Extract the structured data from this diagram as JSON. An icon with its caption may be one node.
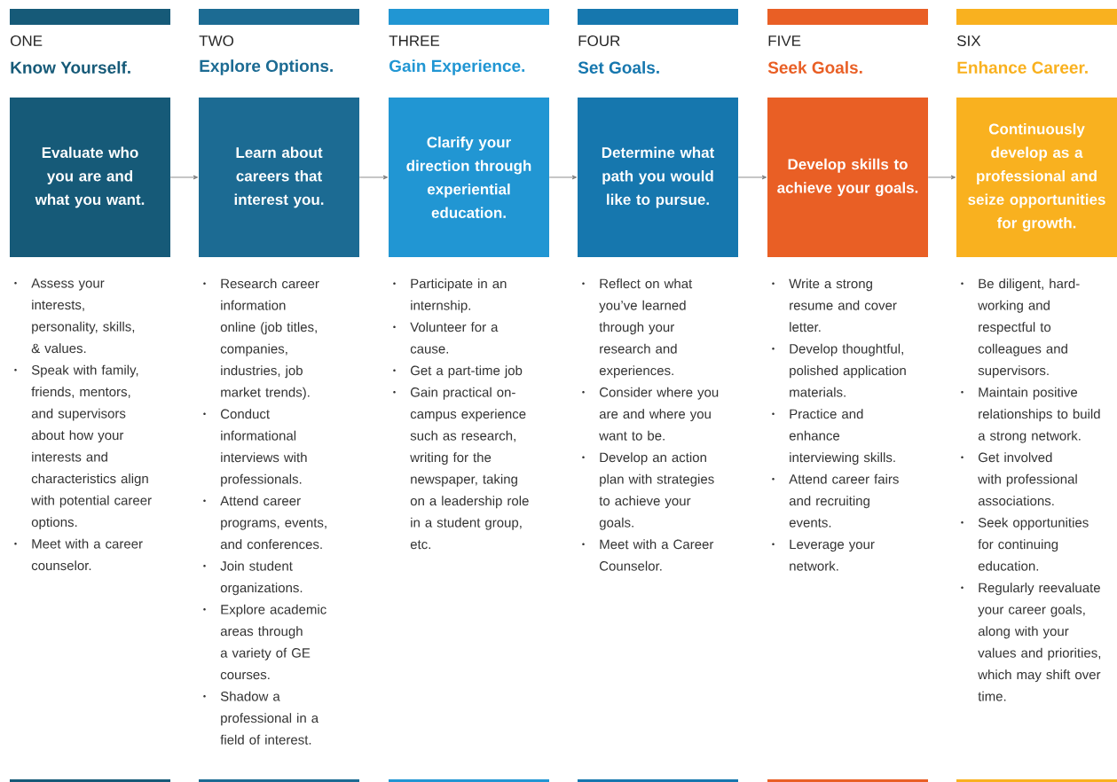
{
  "diagram": {
    "nodes": [
      {
        "text": [
          "ONE",
          "Know Yourself.",
          "Evaluate who you are and what you want."
        ],
        "beside": [
          "Assess your interests, personality, skills, & values.",
          "Speak with family, friends, mentors, and supervisors about how your interests and characteristics align with potential career options.",
          "Meet with a career counselor."
        ]
      },
      {
        "text": [
          "TWO",
          "Explore Options.",
          "Learn about careers that interest you."
        ],
        "beside": [
          "Research career information online (job titles, companies, industries, job market trends).",
          "Conduct informational interviews with professionals.",
          "Attend career programs, events, and conferences.",
          "Join student organizations.",
          "Explore academic areas through a variety of GE courses.",
          "Shadow a professional in a field of interest."
        ]
      },
      {
        "text": [
          "THREE",
          "Gain Experience.",
          "Clarify your direction through experiential education."
        ],
        "beside": [
          "Participate in an internship.",
          "Volunteer for a cause.",
          "Get a part-time job",
          "Gain practical on-campus experience such as research, writing for the newspaper, taking on a leadership role in a student group, etc."
        ]
      },
      {
        "text": [
          "FOUR",
          "Set Goals.",
          "Determine what path you would like to pursue."
        ],
        "beside": [
          "Reflect on what you’ve learned through your research and experiences.",
          "Consider where you are and where you want to be.",
          "Develop an action plan with strategies to achieve your goals.",
          "Meet with a Career Counselor."
        ]
      },
      {
        "text": [
          "FIVE",
          "Seek Goals.",
          "Develop skills to achieve your goals."
        ],
        "beside": [
          "Write a strong resume and cover letter.",
          "Develop thoughtful, polished application materials.",
          "Practice and enhance interviewing skills.",
          "Attend career fairs and recruiting events.",
          "Leverage your network."
        ]
      },
      {
        "text": [
          "SIX",
          "Enhance Career.",
          "Continuously develop as a professional and seize opportunities for growth."
        ],
        "beside": [
          "Be diligent, hard-working and respectful to colleagues and supervisors.",
          "Maintain positive relationships to build a strong network.",
          "Get involved with professional associations.",
          "Seek opportunities for continuing education.",
          "Regularly reevaluate your career goals, along with your values and priorities, which may shift over time."
        ]
      }
    ],
    "edges": [
      {
        "from": 0,
        "to": 1,
        "arrow": "to"
      },
      {
        "from": 1,
        "to": 2,
        "arrow": "to"
      },
      {
        "from": 2,
        "to": 3,
        "arrow": "to"
      },
      {
        "from": 3,
        "to": 4,
        "arrow": "to"
      },
      {
        "from": 4,
        "to": 5,
        "arrow": "to"
      }
    ]
  }
}
